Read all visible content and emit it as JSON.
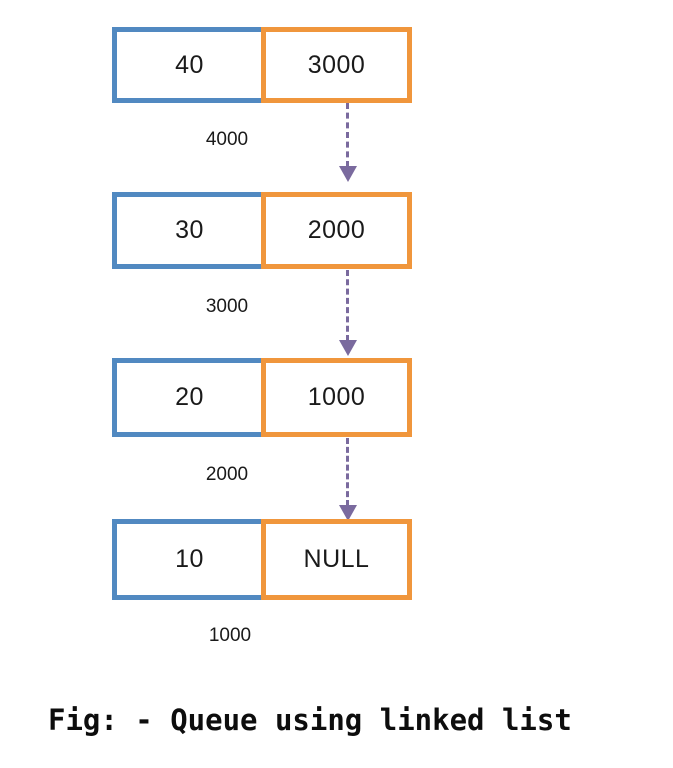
{
  "figure": {
    "caption": "Fig: - Queue using linked list",
    "colors": {
      "data_cell_border": "#5189c1",
      "next_cell_border": "#f0963c",
      "arrow": "#7a6a9e",
      "text": "#1a1a1a",
      "background": "#ffffff"
    }
  },
  "nodes": [
    {
      "data": "40",
      "next": "3000",
      "address": "4000"
    },
    {
      "data": "30",
      "next": "2000",
      "address": "3000"
    },
    {
      "data": "20",
      "next": "1000",
      "address": "2000"
    },
    {
      "data": "10",
      "next": "NULL",
      "address": "1000"
    }
  ],
  "arrows": [
    {
      "from": "3000",
      "to": "3000"
    },
    {
      "from": "2000",
      "to": "2000"
    },
    {
      "from": "1000",
      "to": "1000"
    }
  ]
}
